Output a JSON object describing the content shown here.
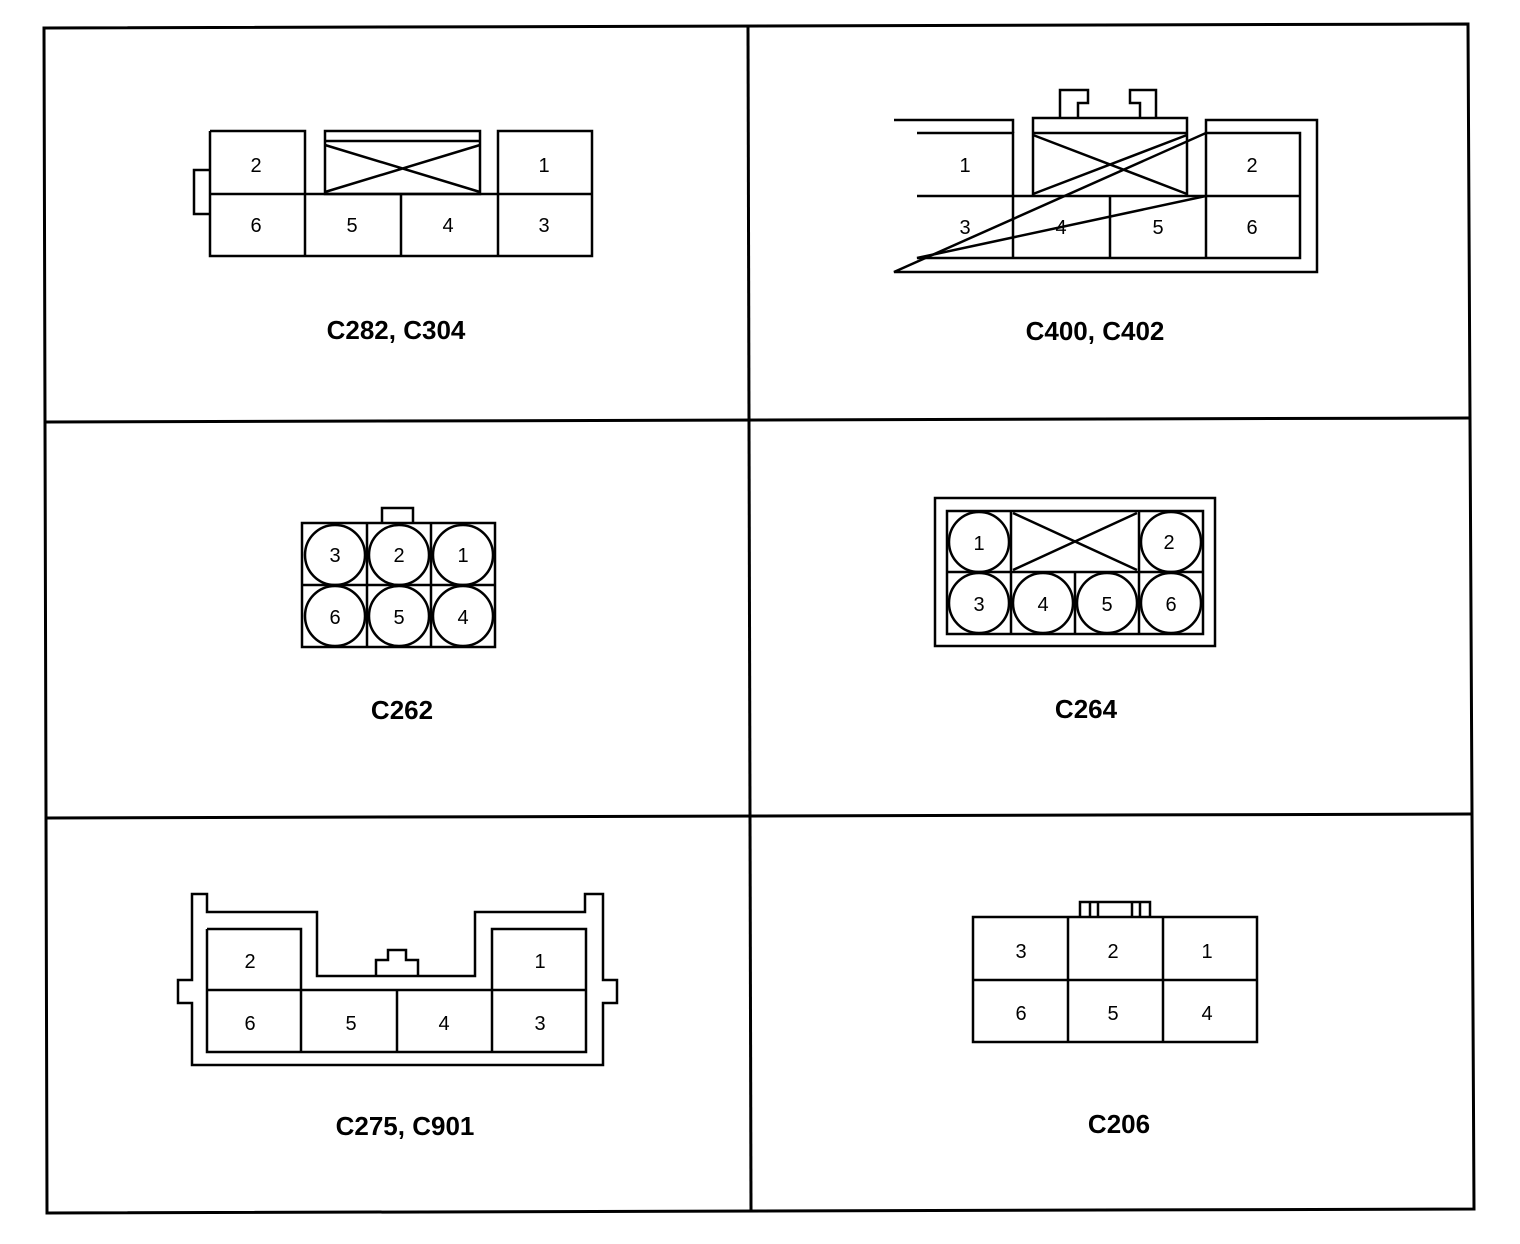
{
  "connectors": [
    {
      "label": "C282, C304",
      "pins": [
        "2",
        "1",
        "6",
        "5",
        "4",
        "3"
      ]
    },
    {
      "label": "C400, C402",
      "pins": [
        "1",
        "2",
        "3",
        "4",
        "5",
        "6"
      ]
    },
    {
      "label": "C262",
      "pins": [
        "3",
        "2",
        "1",
        "6",
        "5",
        "4"
      ]
    },
    {
      "label": "C264",
      "pins": [
        "1",
        "2",
        "3",
        "4",
        "5",
        "6"
      ]
    },
    {
      "label": "C275, C901",
      "pins": [
        "2",
        "1",
        "6",
        "5",
        "4",
        "3"
      ]
    },
    {
      "label": "C206",
      "pins": [
        "3",
        "2",
        "1",
        "6",
        "5",
        "4"
      ]
    }
  ]
}
